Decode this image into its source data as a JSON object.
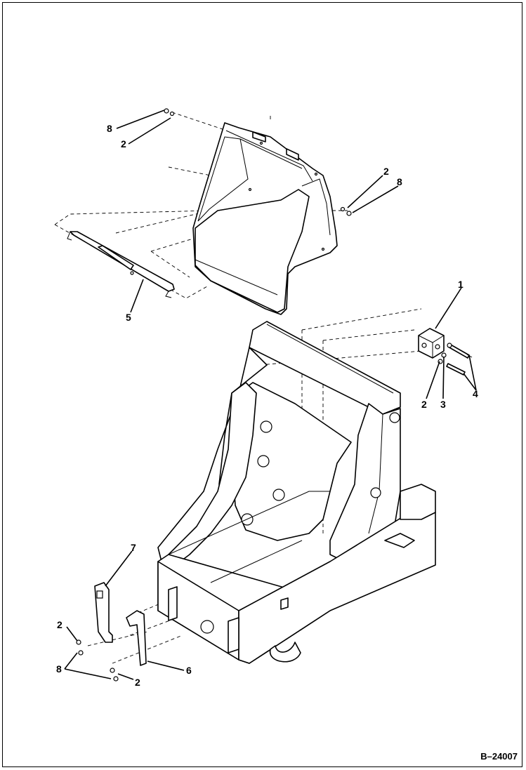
{
  "drawing_number": "B–24007",
  "callouts": {
    "c1": "1",
    "c2a": "2",
    "c2b": "2",
    "c2c": "2",
    "c2d": "2",
    "c2e": "2",
    "c3": "3",
    "c4": "4",
    "c5": "5",
    "c6": "6",
    "c7": "7",
    "c8a": "8",
    "c8b": "8",
    "c8c": "8"
  }
}
